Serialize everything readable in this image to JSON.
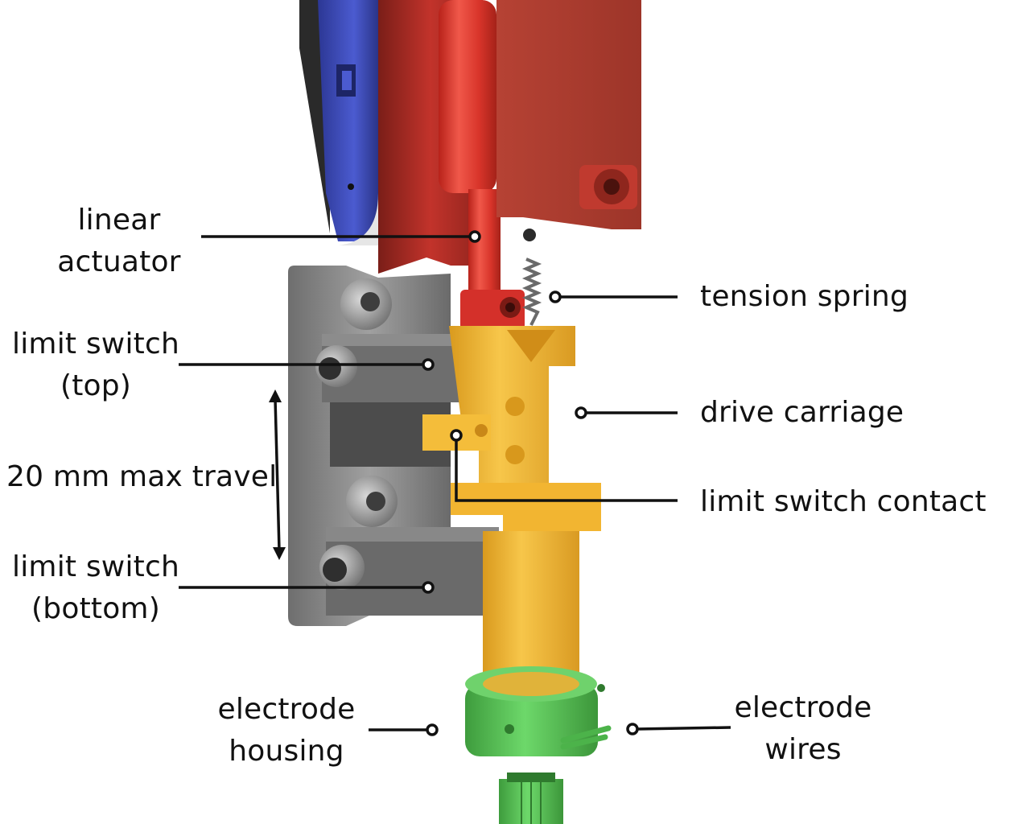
{
  "labels": {
    "linear_actuator": [
      "linear",
      "actuator"
    ],
    "limit_switch_top": [
      "limit switch",
      "(top)"
    ],
    "max_travel": "20 mm max travel",
    "limit_switch_bottom": [
      "limit switch",
      "(bottom)"
    ],
    "tension_spring": "tension spring",
    "drive_carriage": "drive carriage",
    "limit_switch_contact": "limit switch contact",
    "electrode_housing": [
      "electrode",
      "housing"
    ],
    "electrode_wires": [
      "electrode",
      "wires"
    ]
  },
  "colors": {
    "blue_plate": "#3b48b8",
    "red_actuator": "#d8342a",
    "red_mount": "#a63a2c",
    "gray_bracket": "#8a8a8a",
    "yellow_carriage": "#f2b531",
    "green_housing": "#5bc25a",
    "leader": "#111111"
  }
}
